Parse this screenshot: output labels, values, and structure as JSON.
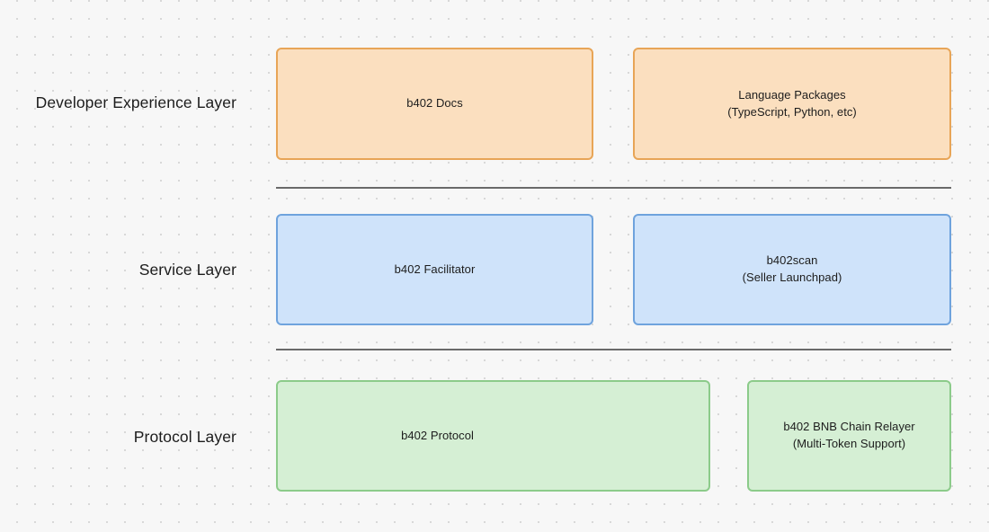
{
  "diagram": {
    "background": "#f7f7f7",
    "layers": [
      {
        "id": "developer-experience-layer",
        "label": "Developer Experience Layer",
        "color": "#e8a557",
        "fill": "#fbdfbf",
        "nodes": [
          {
            "id": "b402-docs",
            "label": "b402 Docs"
          },
          {
            "id": "language-packages",
            "label": "Language Packages\n(TypeScript, Python, etc)"
          }
        ]
      },
      {
        "id": "service-layer",
        "label": "Service Layer",
        "color": "#6fa3dd",
        "fill": "#cfe3fa",
        "nodes": [
          {
            "id": "b402-facilitator",
            "label": "b402 Facilitator"
          },
          {
            "id": "b402scan",
            "label": "b402scan\n(Seller Launchpad)"
          }
        ]
      },
      {
        "id": "protocol-layer",
        "label": "Protocol Layer",
        "color": "#8ccb8a",
        "fill": "#d5efd4",
        "nodes": [
          {
            "id": "b402-protocol",
            "label": "b402 Protocol"
          },
          {
            "id": "b402-bnb-chain-relayer",
            "label": "b402 BNB Chain Relayer\n(Multi-Token Support)"
          }
        ]
      }
    ],
    "dividers": [
      {
        "id": "divider-dx-service"
      },
      {
        "id": "divider-service-protocol"
      }
    ]
  }
}
